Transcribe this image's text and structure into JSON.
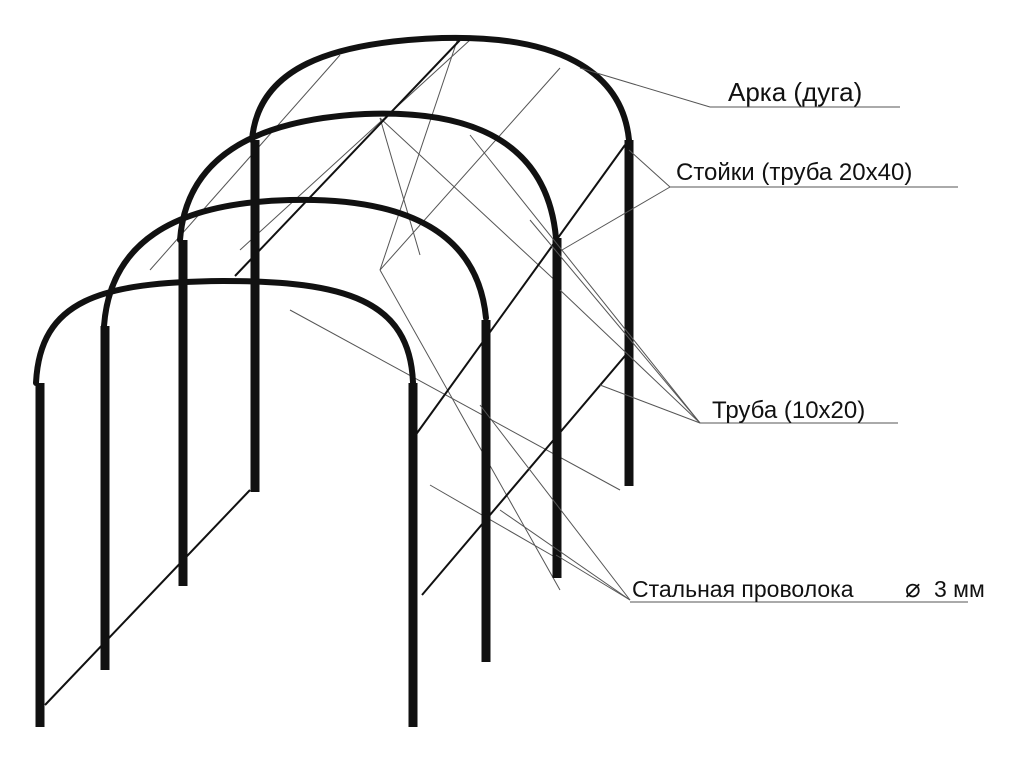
{
  "colors": {
    "frame": "#111111",
    "wire": "#555555",
    "background": "#ffffff"
  },
  "labels": {
    "arch": "Арка (дуга)",
    "posts": "Стойки (труба 20х40)",
    "pipe": "Труба (10х20)",
    "wire": "Стальная проволока",
    "wire_size": "3 мм",
    "diameter_symbol": "⌀"
  }
}
